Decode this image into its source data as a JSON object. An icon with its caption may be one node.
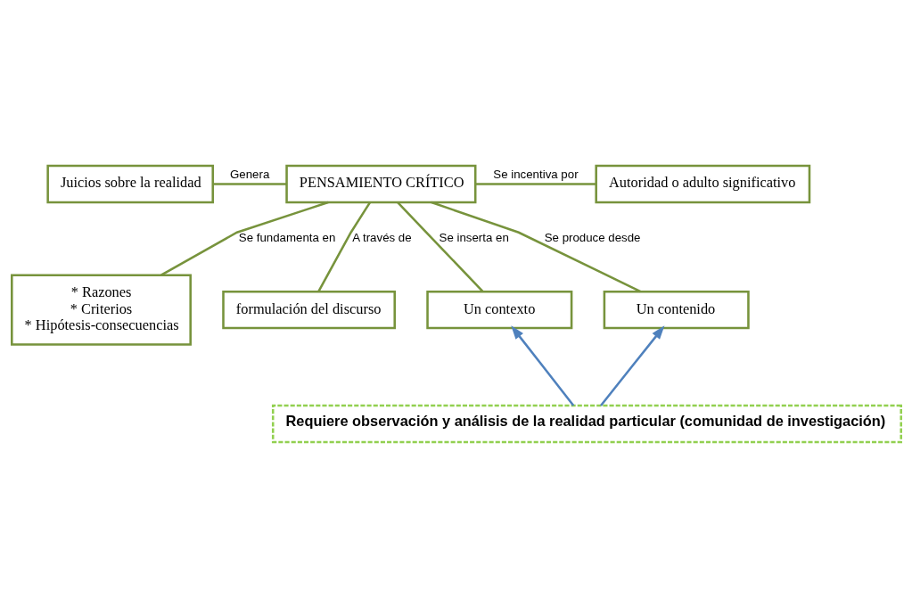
{
  "diagram": {
    "nodes": [
      {
        "text": [
          "PENSAMIENTO CRÍTICO"
        ]
      },
      {
        "text": [
          "Juicios sobre la realidad"
        ]
      },
      {
        "text": [
          "Autoridad o adulto significativo"
        ]
      },
      {
        "text": [
          "* Razones",
          "* Criterios",
          "* Hipótesis-consecuencias"
        ]
      },
      {
        "text": [
          "formulación del discurso"
        ]
      },
      {
        "text": [
          "Un contexto"
        ]
      },
      {
        "text": [
          "Un contenido"
        ]
      },
      {
        "text": [
          "Requiere observación y análisis de la realidad particular (comunidad de investigación)"
        ]
      }
    ],
    "edges": [
      {
        "from": 0,
        "to": 1,
        "arrow": "none",
        "label": "Genera"
      },
      {
        "from": 0,
        "to": 2,
        "arrow": "none",
        "label": "Se incentiva por"
      },
      {
        "from": 0,
        "to": 3,
        "arrow": "none",
        "label": "Se fundamenta en"
      },
      {
        "from": 0,
        "to": 4,
        "arrow": "none",
        "label": "A través de"
      },
      {
        "from": 0,
        "to": 5,
        "arrow": "none",
        "label": "Se inserta en"
      },
      {
        "from": 0,
        "to": 6,
        "arrow": "none",
        "label": "Se produce desde"
      },
      {
        "from": 7,
        "to": 5,
        "arrow": "to",
        "color": "#4f81bd"
      },
      {
        "from": 7,
        "to": 6,
        "arrow": "to",
        "color": "#4f81bd"
      }
    ]
  }
}
